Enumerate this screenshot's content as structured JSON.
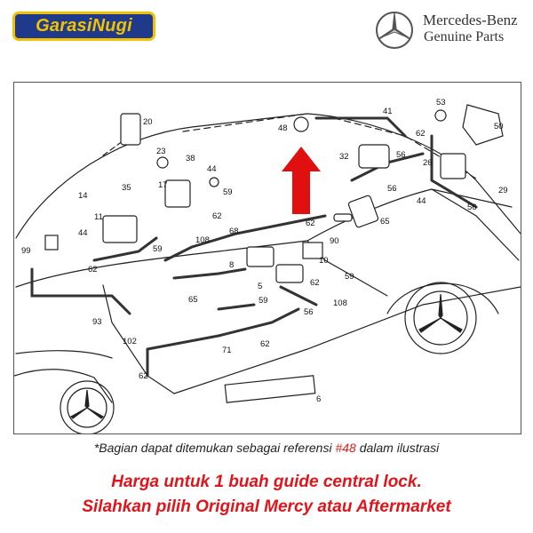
{
  "header": {
    "shop_logo_text": "GarasiNugi",
    "brand_name": "Mercedes-Benz",
    "brand_subtitle": "Genuine Parts",
    "emblem_icon": "mercedes-star-icon"
  },
  "diagram": {
    "callout_numbers": [
      "48",
      "41",
      "53",
      "50",
      "62",
      "20",
      "32",
      "56",
      "26",
      "23",
      "38",
      "44",
      "17",
      "59",
      "14",
      "35",
      "11",
      "62",
      "56",
      "29",
      "44",
      "56",
      "99",
      "44",
      "108",
      "68",
      "62",
      "90",
      "65",
      "59",
      "8",
      "10",
      "62",
      "5",
      "62",
      "59",
      "93",
      "65",
      "59",
      "56",
      "108",
      "102",
      "71",
      "62",
      "62",
      "6"
    ],
    "highlight_arrow_color": "#e01010",
    "highlight_arrow_icon": "red-up-arrow-icon"
  },
  "footer": {
    "note_prefix": "*Bagian dapat ditemukan sebagai referensi ",
    "note_ref": "#48",
    "note_suffix": " dalam ilustrasi",
    "price_line1": "Harga untuk 1 buah guide central lock.",
    "price_line2": "Silahkan pilih Original Mercy atau Aftermarket",
    "accent_color": "#e0141b"
  }
}
